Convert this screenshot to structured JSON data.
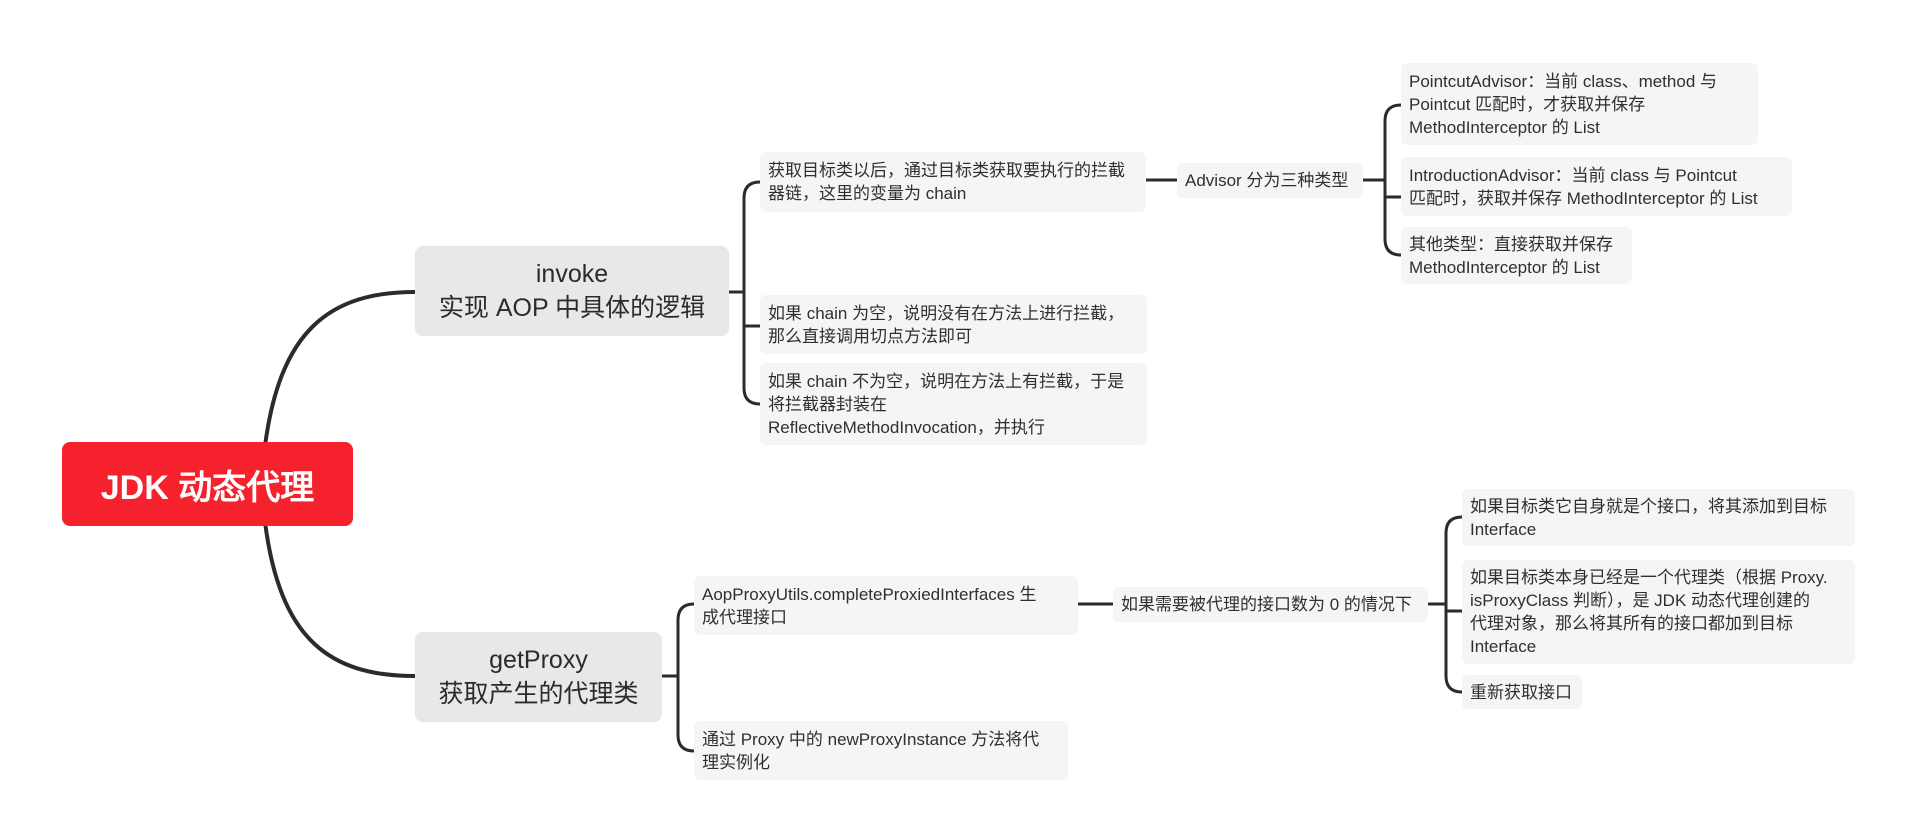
{
  "root": {
    "label": "JDK 动态代理"
  },
  "invoke": {
    "title": "invoke",
    "subtitle": "实现 AOP 中具体的逻辑",
    "chain_node": [
      "获取目标类以后，通过目标类获取要执行的拦截",
      "器链，这里的变量为 chain"
    ],
    "advisor_node": "Advisor 分为三种类型",
    "advisor_types": [
      [
        "PointcutAdvisor：当前 class、method 与",
        "Pointcut 匹配时，才获取并保存",
        "MethodInterceptor 的 List"
      ],
      [
        "IntroductionAdvisor：当前 class 与 Pointcut",
        "匹配时，获取并保存 MethodInterceptor 的 List"
      ],
      [
        "其他类型：直接获取并保存",
        "MethodInterceptor 的 List"
      ]
    ],
    "empty_chain": [
      "如果 chain 为空，说明没有在方法上进行拦截，",
      "那么直接调用切点方法即可"
    ],
    "nonempty_chain": [
      "如果 chain 不为空，说明在方法上有拦截，于是",
      "将拦截器封装在",
      "ReflectiveMethodInvocation，并执行"
    ]
  },
  "getProxy": {
    "title": "getProxy",
    "subtitle": "获取产生的代理类",
    "complete_interfaces": [
      "AopProxyUtils.completeProxiedInterfaces 生",
      "成代理接口"
    ],
    "zero_interfaces": "如果需要被代理的接口数为 0 的情况下",
    "cases": [
      [
        "如果目标类它自身就是个接口，将其添加到目标",
        "Interface"
      ],
      [
        "如果目标类本身已经是一个代理类（根据 Proxy.",
        "isProxyClass 判断），是 JDK 动态代理创建的",
        "代理对象，那么将其所有的接口都加到目标",
        "Interface"
      ],
      [
        "重新获取接口"
      ]
    ],
    "new_instance": [
      "通过 Proxy 中的 newProxyInstance 方法将代",
      "理实例化"
    ]
  },
  "colors": {
    "root": "#f5212d",
    "main": "#e8e8e8",
    "sub": "#f5f5f5",
    "line": "#2b2b2b"
  }
}
